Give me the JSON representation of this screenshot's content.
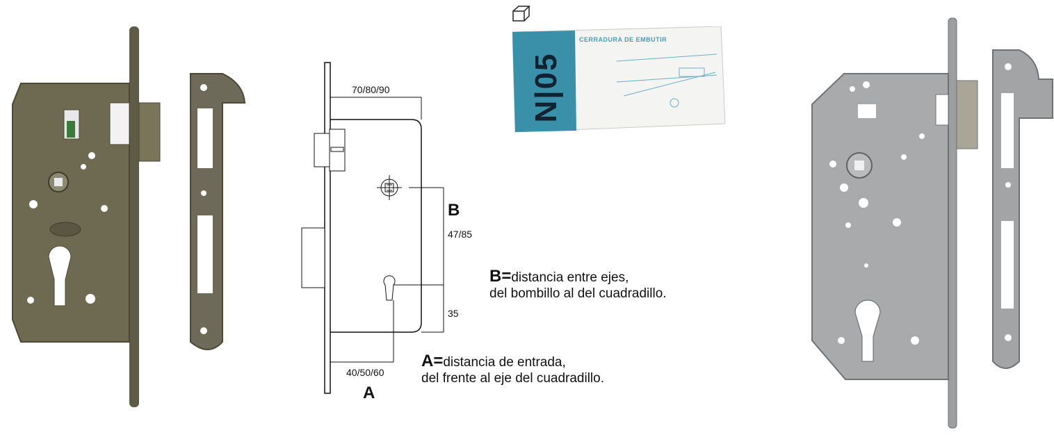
{
  "box": {
    "label": "CERRADURA DE EMBUTIR",
    "brand": "N|05",
    "icon": "box-view-icon"
  },
  "diagram": {
    "dim_backset_top": "70/80/90",
    "dim_b_values": "47/85",
    "dim_35": "35",
    "dim_backset_bottom": "40/50/60",
    "letter_a": "A",
    "letter_b": "B"
  },
  "legend": {
    "b_letter": "B=",
    "b_line1": "distancia entre ejes,",
    "b_line2": "del bombillo al del cuadradillo.",
    "a_letter": "A=",
    "a_line1": "distancia de entrada,",
    "a_line2": "del frente al eje del cuadradillo."
  },
  "colors": {
    "bronze_body": "#6e6a52",
    "steel_body": "#a8aaac",
    "box_blue": "#3a8fa9"
  }
}
